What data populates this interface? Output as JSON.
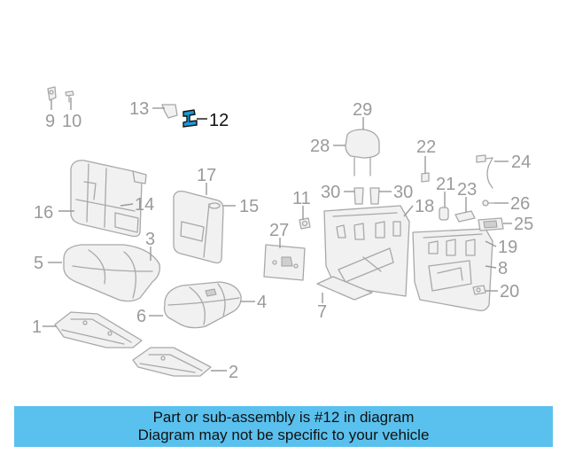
{
  "diagram": {
    "highlighted_part": "12",
    "highlight_color": "#1a9ad6",
    "callouts": [
      "1",
      "2",
      "3",
      "4",
      "5",
      "6",
      "7",
      "8",
      "9",
      "10",
      "11",
      "12",
      "13",
      "14",
      "15",
      "16",
      "17",
      "18",
      "19",
      "20",
      "21",
      "22",
      "23",
      "24",
      "25",
      "26",
      "27",
      "28",
      "29",
      "30",
      "30"
    ]
  },
  "banner": {
    "line1": "Part or sub-assembly is #12 in diagram",
    "line2": "Diagram may not be specific to your vehicle",
    "background": "#5ac1ee"
  }
}
